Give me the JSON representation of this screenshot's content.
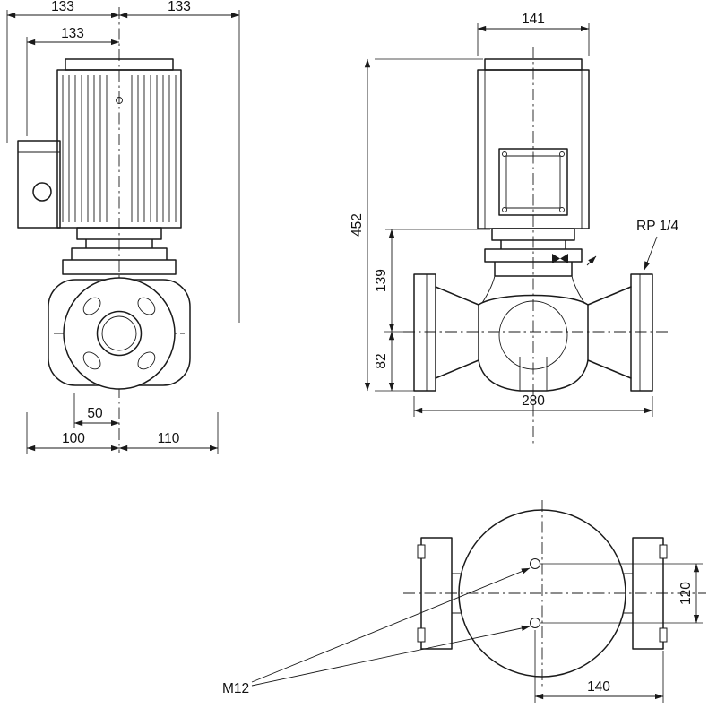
{
  "front_view": {
    "dim_center_to_left": "133",
    "dim_center_to_right": "133",
    "dim_box_face_to_center": "133",
    "dim_port_offset": "50",
    "dim_center_to_left_edge": "100",
    "dim_center_to_right_edge": "110"
  },
  "side_view": {
    "dim_motor_width": "141",
    "dim_total_height": "452",
    "dim_head_height": "139",
    "dim_base_to_center": "82",
    "label_gauge_port": "RP 1/4",
    "dim_port_to_port": "280"
  },
  "bottom_view": {
    "dim_hole_spacing": "120",
    "dim_holes_to_flange_edge": "140",
    "label_hole_thread": "M12"
  }
}
